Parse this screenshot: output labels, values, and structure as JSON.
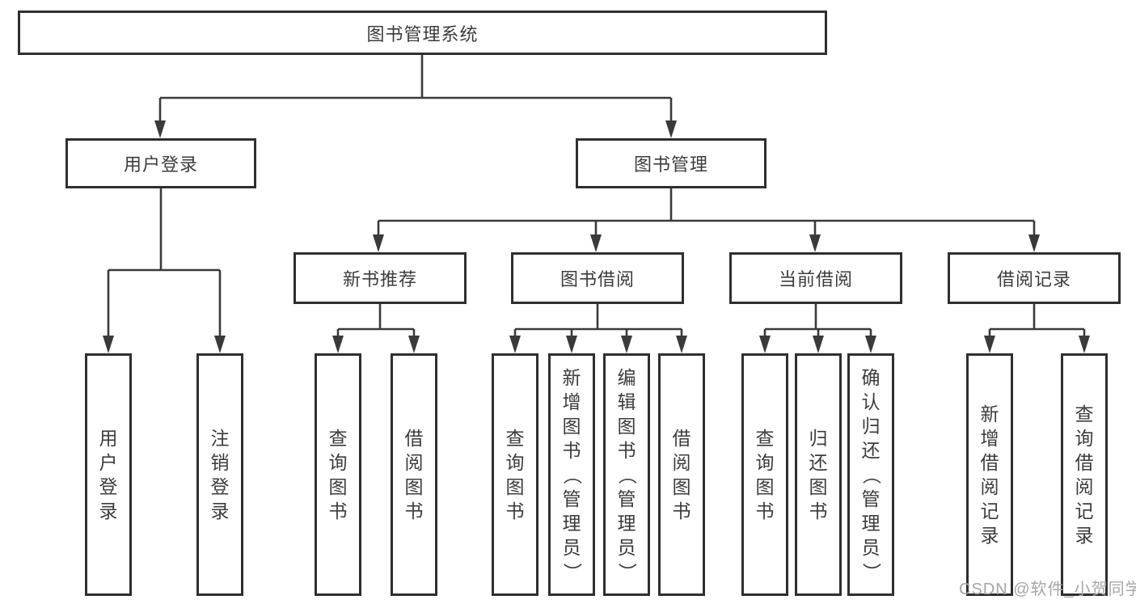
{
  "diagram": {
    "root": {
      "label": "图书管理系统"
    },
    "level2": [
      {
        "label": "用户登录"
      },
      {
        "label": "图书管理"
      }
    ],
    "level3": [
      {
        "label": "新书推荐"
      },
      {
        "label": "图书借阅"
      },
      {
        "label": "当前借阅"
      },
      {
        "label": "借阅记录"
      }
    ],
    "leaves": [
      {
        "label": "用户登录"
      },
      {
        "label": "注销登录"
      },
      {
        "label": "查询图书"
      },
      {
        "label": "借阅图书"
      },
      {
        "label": "查询图书"
      },
      {
        "label": "新增图书（管理员）"
      },
      {
        "label": "编辑图书（管理员）"
      },
      {
        "label": "借阅图书"
      },
      {
        "label": "查询图书"
      },
      {
        "label": "归还图书"
      },
      {
        "label": "确认归还（管理员）"
      },
      {
        "label": "新增借阅记录"
      },
      {
        "label": "查询借阅记录"
      }
    ]
  },
  "watermark": {
    "text": "CSDN @软件_小贺同学"
  },
  "colors": {
    "line": "#3a3a3a",
    "border": "#2f2f2f",
    "text": "#3c3c3c",
    "watermark": "#a6a6a6",
    "background": "#ffffff"
  }
}
